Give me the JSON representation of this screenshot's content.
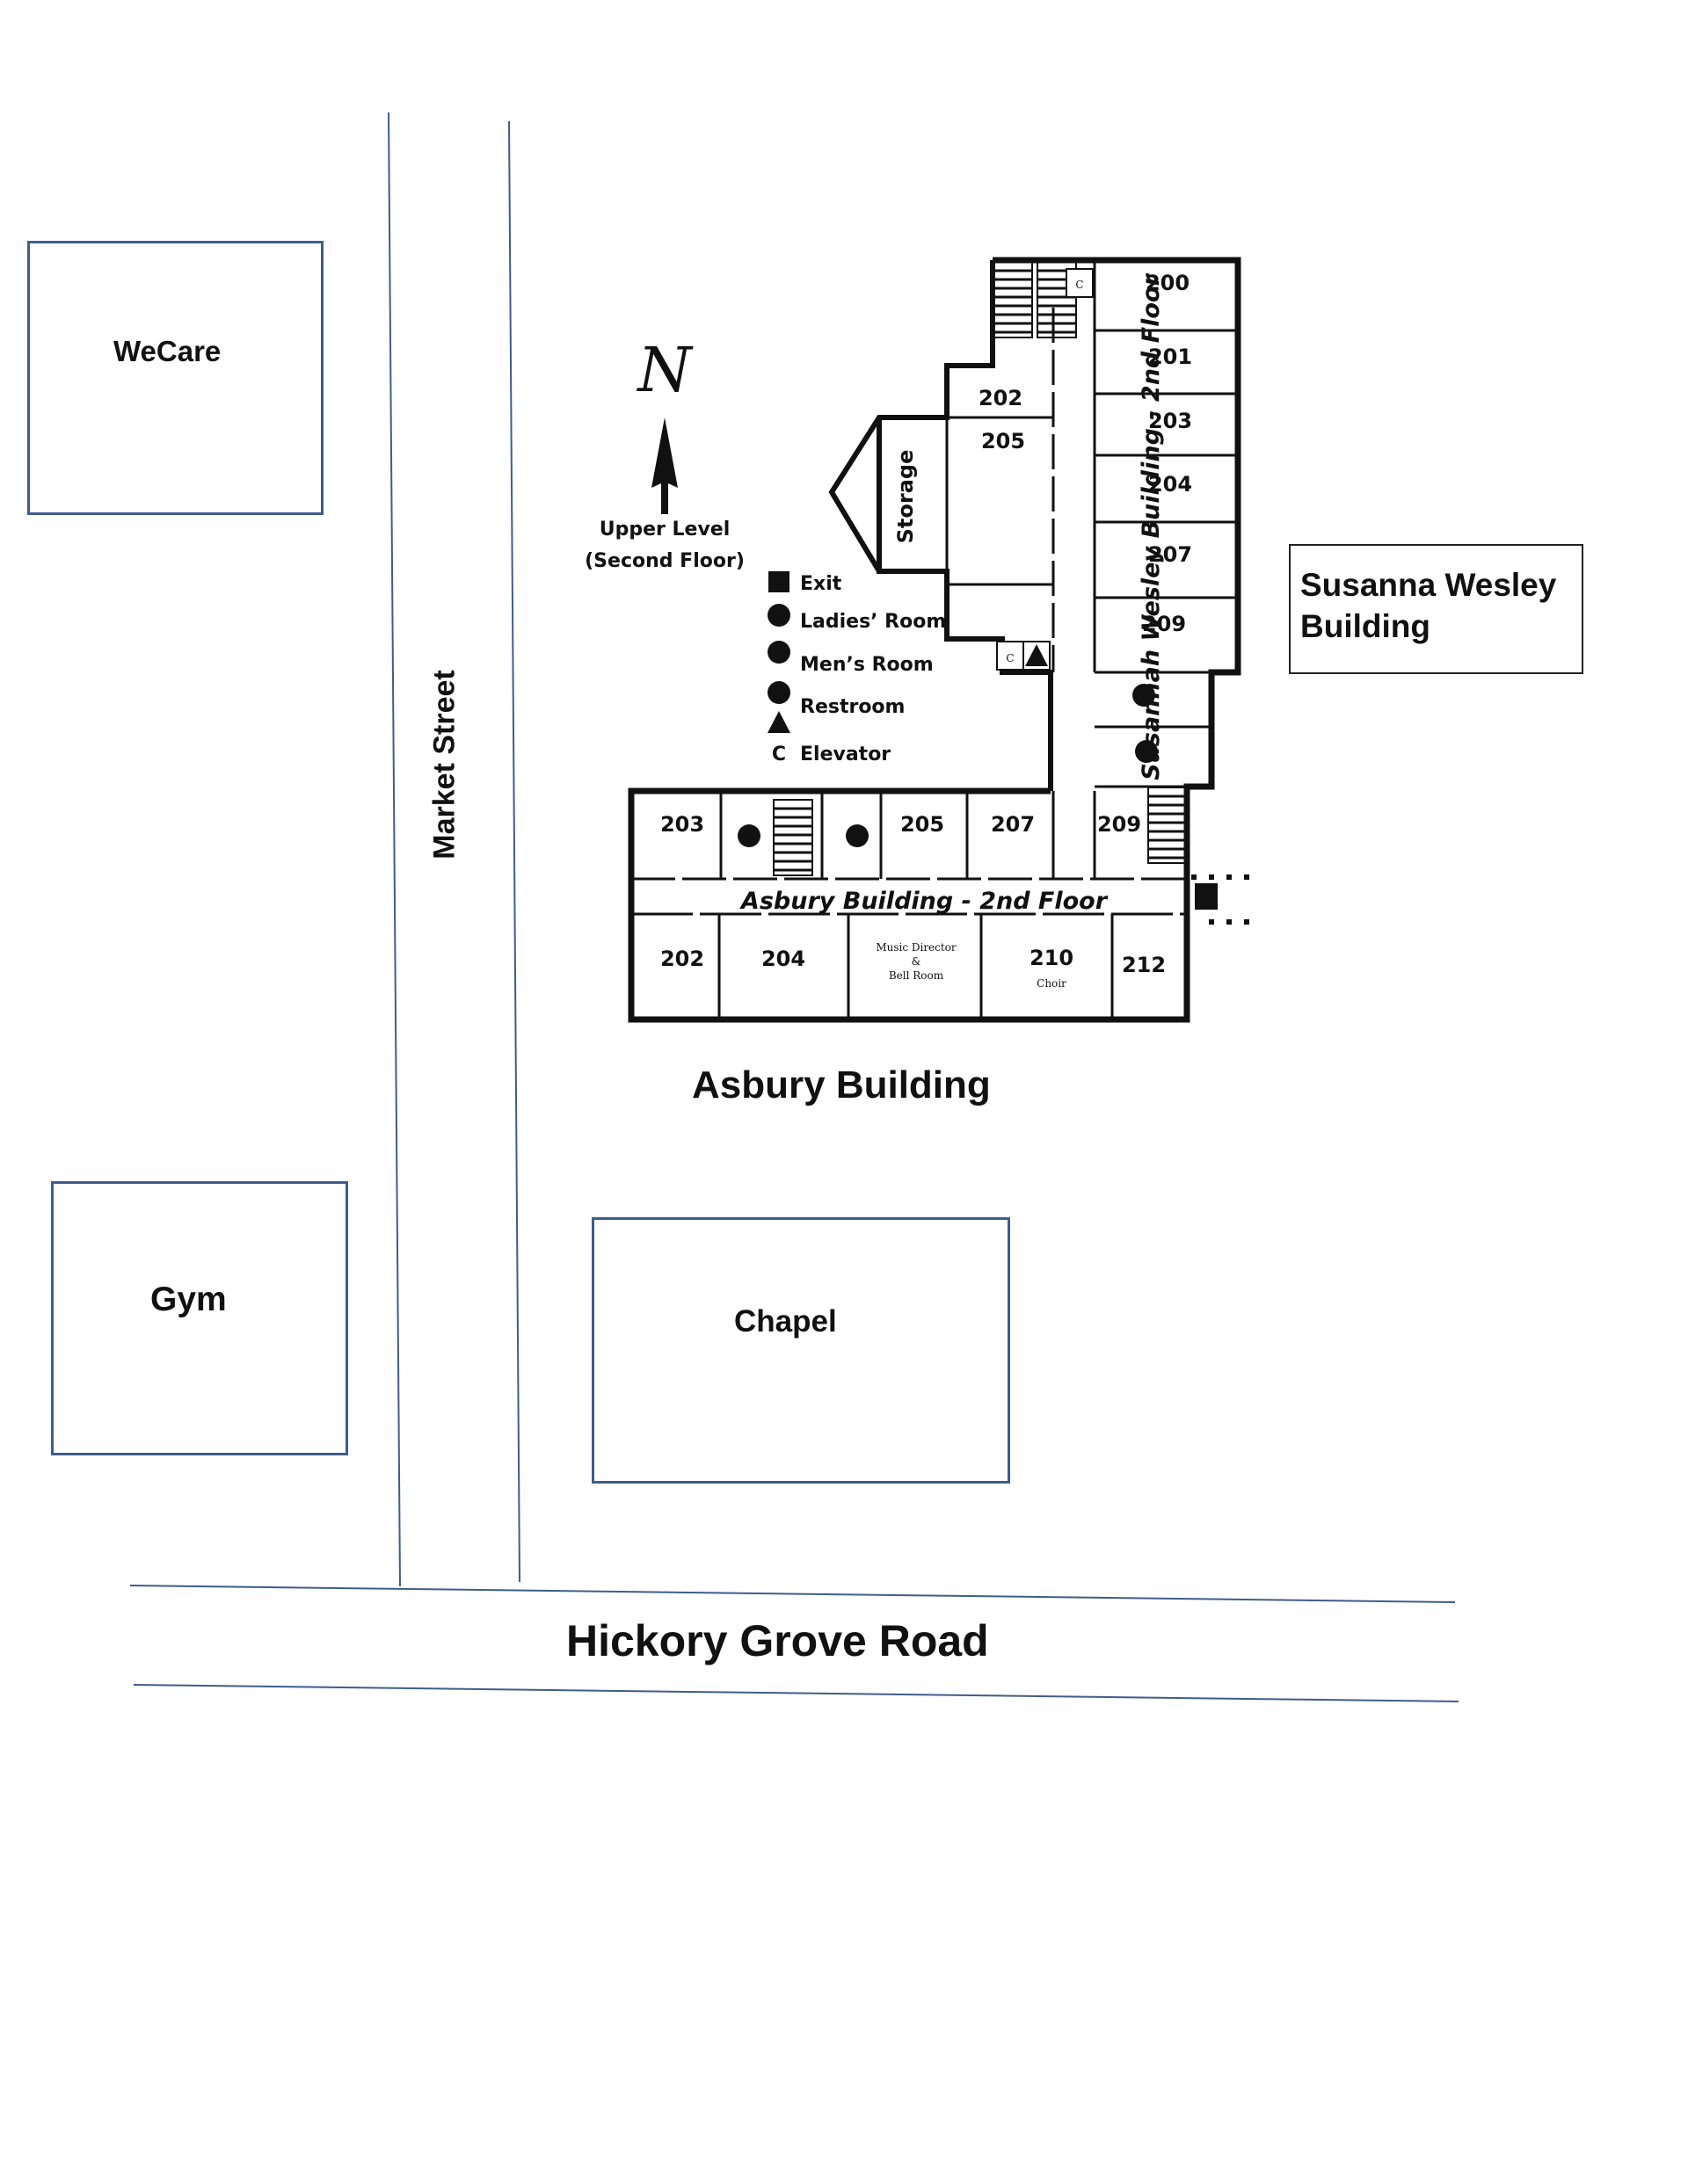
{
  "map": {
    "streets": {
      "market": "Market Street",
      "hickory": "Hickory Grove Road"
    },
    "buildings": {
      "wecare": "WeCare",
      "gym": "Gym",
      "chapel": "Chapel",
      "asbury": "Asbury Building",
      "susanna_line1": "Susanna Wesley",
      "susanna_line2": "Building"
    },
    "compass": {
      "letter": "N",
      "level_line1": "Upper Level",
      "level_line2": "(Second Floor)"
    },
    "legend": [
      {
        "symbol": "X",
        "label": "Exit",
        "icon": "exit-icon"
      },
      {
        "symbol": "L",
        "label": "Ladies’ Room",
        "icon": "ladies-room-icon"
      },
      {
        "symbol": "M",
        "label": "Men’s Room",
        "icon": "mens-room-icon"
      },
      {
        "symbol": "R",
        "label": "Restroom",
        "icon": "restroom-icon"
      },
      {
        "symbol": "E",
        "label": "",
        "icon": "elevator-triangle-icon"
      },
      {
        "symbol": "C",
        "label": "Elevator",
        "icon": "elevator-icon"
      }
    ],
    "floorplan": {
      "asbury_hall_label": "Asbury Building - 2nd Floor",
      "wesley_hall_label": "Susannah Wesley Building - 2nd Floor",
      "storage": "Storage",
      "wesley_rooms": [
        "200",
        "201",
        "203",
        "204",
        "207",
        "209",
        "202",
        "205"
      ],
      "asbury_top_rooms": [
        "203",
        "205",
        "207",
        "209"
      ],
      "asbury_bottom_rooms": [
        "202",
        "204",
        "210",
        "212"
      ],
      "music_room": [
        "Music Director",
        "&",
        "Bell Room"
      ],
      "choir": "Choir",
      "symbols": {
        "C": "C",
        "E": "E",
        "L": "L",
        "M": "M",
        "X": "X"
      }
    }
  }
}
